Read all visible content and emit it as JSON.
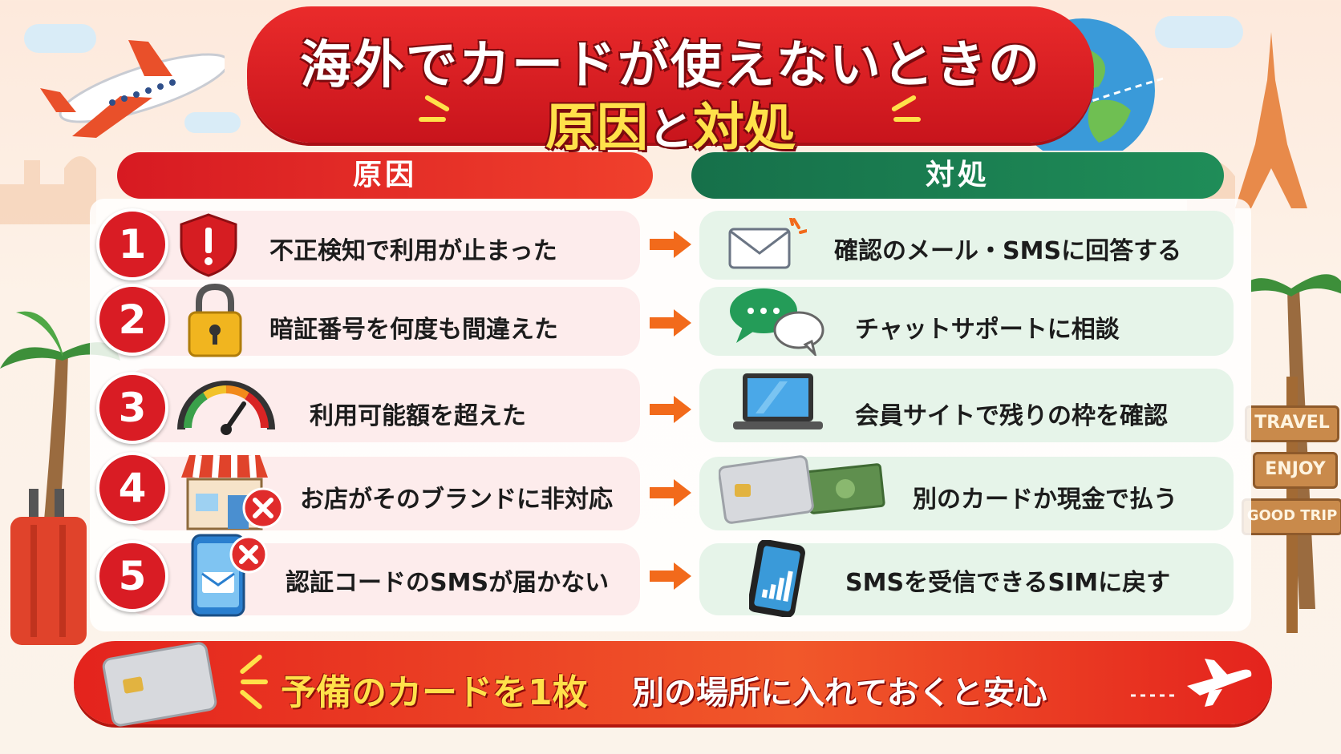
{
  "title": {
    "line1": "海外でカードが使えないときの",
    "line2_highlight1": "原因",
    "line2_connector": "と",
    "line2_highlight2": "対処"
  },
  "columns": {
    "cause_header": "原因",
    "fix_header": "対処"
  },
  "rows": [
    {
      "number": "1",
      "cause": "不正検知で利用が止まった",
      "fix": "確認のメール・SMSに回答する",
      "cause_icon": "shield-alert-icon",
      "fix_icon": "mail-icon"
    },
    {
      "number": "2",
      "cause": "暗証番号を何度も間違えた",
      "fix": "チャットサポートに相談",
      "cause_icon": "padlock-icon",
      "fix_icon": "chat-bubbles-icon"
    },
    {
      "number": "3",
      "cause": "利用可能額を超えた",
      "fix": "会員サイトで残りの枠を確認",
      "cause_icon": "gauge-icon",
      "fix_icon": "laptop-icon"
    },
    {
      "number": "4",
      "cause": "お店がそのブランドに非対応",
      "fix": "別のカードか現金で払う",
      "cause_icon": "store-x-icon",
      "fix_icon": "card-cash-icon"
    },
    {
      "number": "5",
      "cause": "認証コードのSMSが届かない",
      "fix": "SMSを受信できるSIMに戻す",
      "cause_icon": "phone-x-icon",
      "fix_icon": "phone-signal-icon"
    }
  ],
  "bottom": {
    "highlight": "予備のカードを1枚",
    "rest": "別の場所に入れておくと安心"
  },
  "signs": [
    "TRAVEL",
    "ENJOY",
    "GOOD TRIP"
  ],
  "colors": {
    "red": "#d91c24",
    "green": "#1f8d58",
    "yellow": "#ffe14a",
    "orange_arrow": "#f26a1b"
  }
}
